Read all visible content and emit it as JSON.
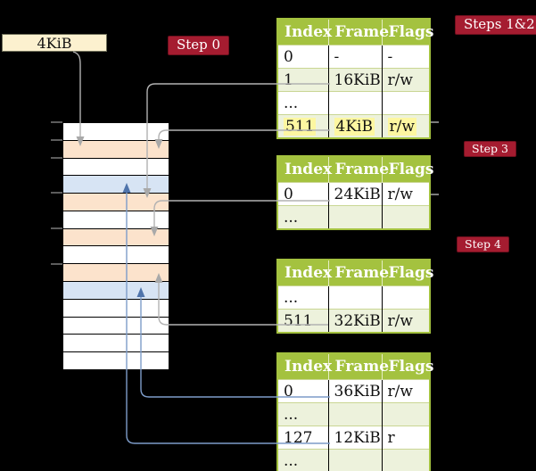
{
  "legend": {
    "frame_size_label": "4KiB"
  },
  "step_labels": {
    "step0": "Step 0",
    "steps1and2": "Steps 1&2",
    "step3": "Step 3",
    "step4": "Step 4"
  },
  "page_tables": [
    {
      "id": "table-steps-1-2",
      "headers": [
        "Index",
        "Frame",
        "Flags"
      ],
      "rows": [
        {
          "cells": [
            "0",
            "-",
            "-"
          ],
          "shaded": false,
          "highlighted": false
        },
        {
          "cells": [
            "1",
            "16KiB",
            "r/w"
          ],
          "shaded": true,
          "highlighted": false
        },
        {
          "cells": [
            "...",
            "",
            ""
          ],
          "shaded": false,
          "highlighted": false
        },
        {
          "cells": [
            "511",
            "4KiB",
            "r/w"
          ],
          "shaded": true,
          "highlighted": true
        }
      ]
    },
    {
      "id": "table-step-3",
      "headers": [
        "Index",
        "Frame",
        "Flags"
      ],
      "rows": [
        {
          "cells": [
            "0",
            "24KiB",
            "r/w"
          ],
          "shaded": false,
          "highlighted": false
        },
        {
          "cells": [
            "...",
            "",
            ""
          ],
          "shaded": true,
          "highlighted": false
        }
      ]
    },
    {
      "id": "table-step-4",
      "headers": [
        "Index",
        "Frame",
        "Flags"
      ],
      "rows": [
        {
          "cells": [
            "...",
            "",
            ""
          ],
          "shaded": false,
          "highlighted": false
        },
        {
          "cells": [
            "511",
            "32KiB",
            "r/w"
          ],
          "shaded": true,
          "highlighted": false
        }
      ]
    },
    {
      "id": "table-final",
      "headers": [
        "Index",
        "Frame",
        "Flags"
      ],
      "rows": [
        {
          "cells": [
            "0",
            "36KiB",
            "r/w"
          ],
          "shaded": false,
          "highlighted": false
        },
        {
          "cells": [
            "...",
            "",
            ""
          ],
          "shaded": true,
          "highlighted": false
        },
        {
          "cells": [
            "127",
            "12KiB",
            "r"
          ],
          "shaded": false,
          "highlighted": false
        },
        {
          "cells": [
            "...",
            "",
            ""
          ],
          "shaded": true,
          "highlighted": false
        }
      ]
    }
  ],
  "memory_column": {
    "frames": [
      "white",
      "orange",
      "white",
      "blue",
      "orange",
      "white",
      "orange",
      "white",
      "orange",
      "blue",
      "white",
      "white",
      "white",
      "white"
    ]
  },
  "colors": {
    "background": "#000000",
    "table_header_bg": "#a4c23f",
    "table_shaded_row_bg": "#edf2dc",
    "highlight_bg": "#fdf7a1",
    "memory_frame_orange": "#fce3cc",
    "memory_frame_blue": "#d7e4f4",
    "step_label_bg": "#a51c30",
    "legend_box_bg": "#fcf1cf",
    "arrow_gray": "#b2b2b2",
    "arrow_blue": "#7d9cc9"
  }
}
